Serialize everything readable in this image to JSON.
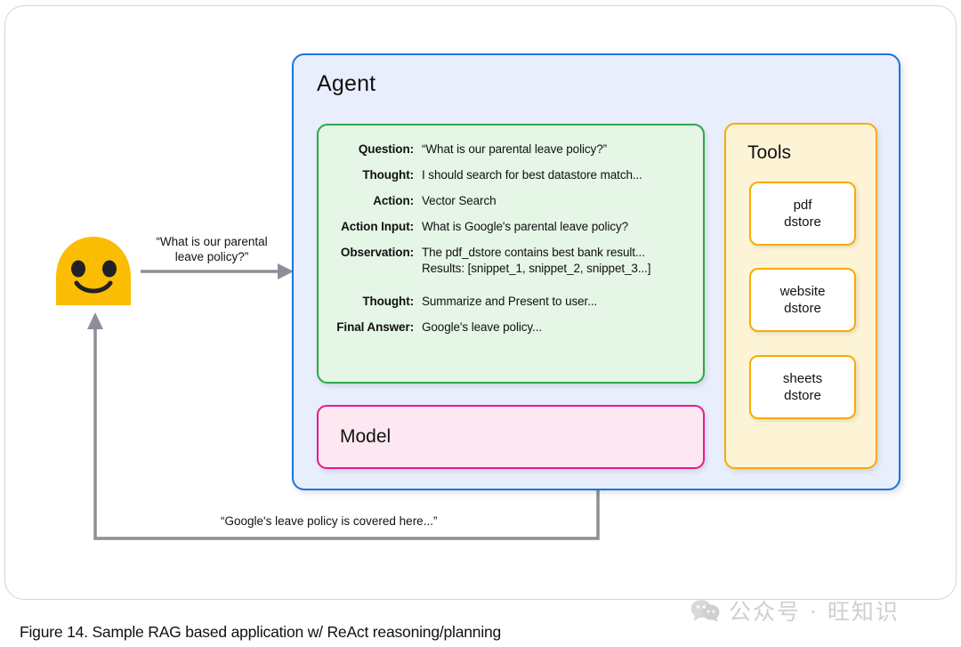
{
  "figure": {
    "caption": "Figure 14. Sample RAG based application w/ ReAct reasoning/planning"
  },
  "watermark": {
    "icon": "wechat-bubbles-icon",
    "text": "公众号 · 旺知识"
  },
  "user": {
    "avatar_icon": "smiley-blob-avatar",
    "question": "“What is our parental\nleave policy?”",
    "question_line1": "“What is our parental",
    "question_line2": "leave policy?”",
    "response": "“Google's leave policy is covered here...”"
  },
  "agent": {
    "title": "Agent",
    "border_color": "#1a73e8",
    "fill_color": "#e8eefc"
  },
  "trace": {
    "border_color": "#2aa84a",
    "fill_color": "#e5f5e6",
    "rows": [
      {
        "label": "Question:",
        "value": "“What is our parental leave policy?”"
      },
      {
        "label": "Thought:",
        "value": "I should search for best datastore match..."
      },
      {
        "label": "Action:",
        "value": "Vector Search"
      },
      {
        "label": "Action Input:",
        "value": "What is Google's parental leave policy?"
      },
      {
        "label": "Observation:",
        "value": "The pdf_dstore contains best bank result...",
        "value_line2": "Results: [snippet_1, snippet_2, snippet_3...]"
      },
      {
        "label": "Thought:",
        "value": "Summarize and Present to user..."
      },
      {
        "label": "Final Answer:",
        "value": "Google's leave policy..."
      }
    ]
  },
  "model": {
    "title": "Model",
    "border_color": "#e8198b",
    "fill_color": "#fde8f2"
  },
  "tools": {
    "title": "Tools",
    "border_color": "#f9ab00",
    "fill_color": "#fdf4d6",
    "items": [
      {
        "line1": "pdf",
        "line2": "dstore"
      },
      {
        "line1": "website",
        "line2": "dstore"
      },
      {
        "line1": "sheets",
        "line2": "dstore"
      }
    ]
  },
  "connectors": {
    "arrow_color": "#8a9096",
    "dotted_color": "#9aa0a6"
  }
}
